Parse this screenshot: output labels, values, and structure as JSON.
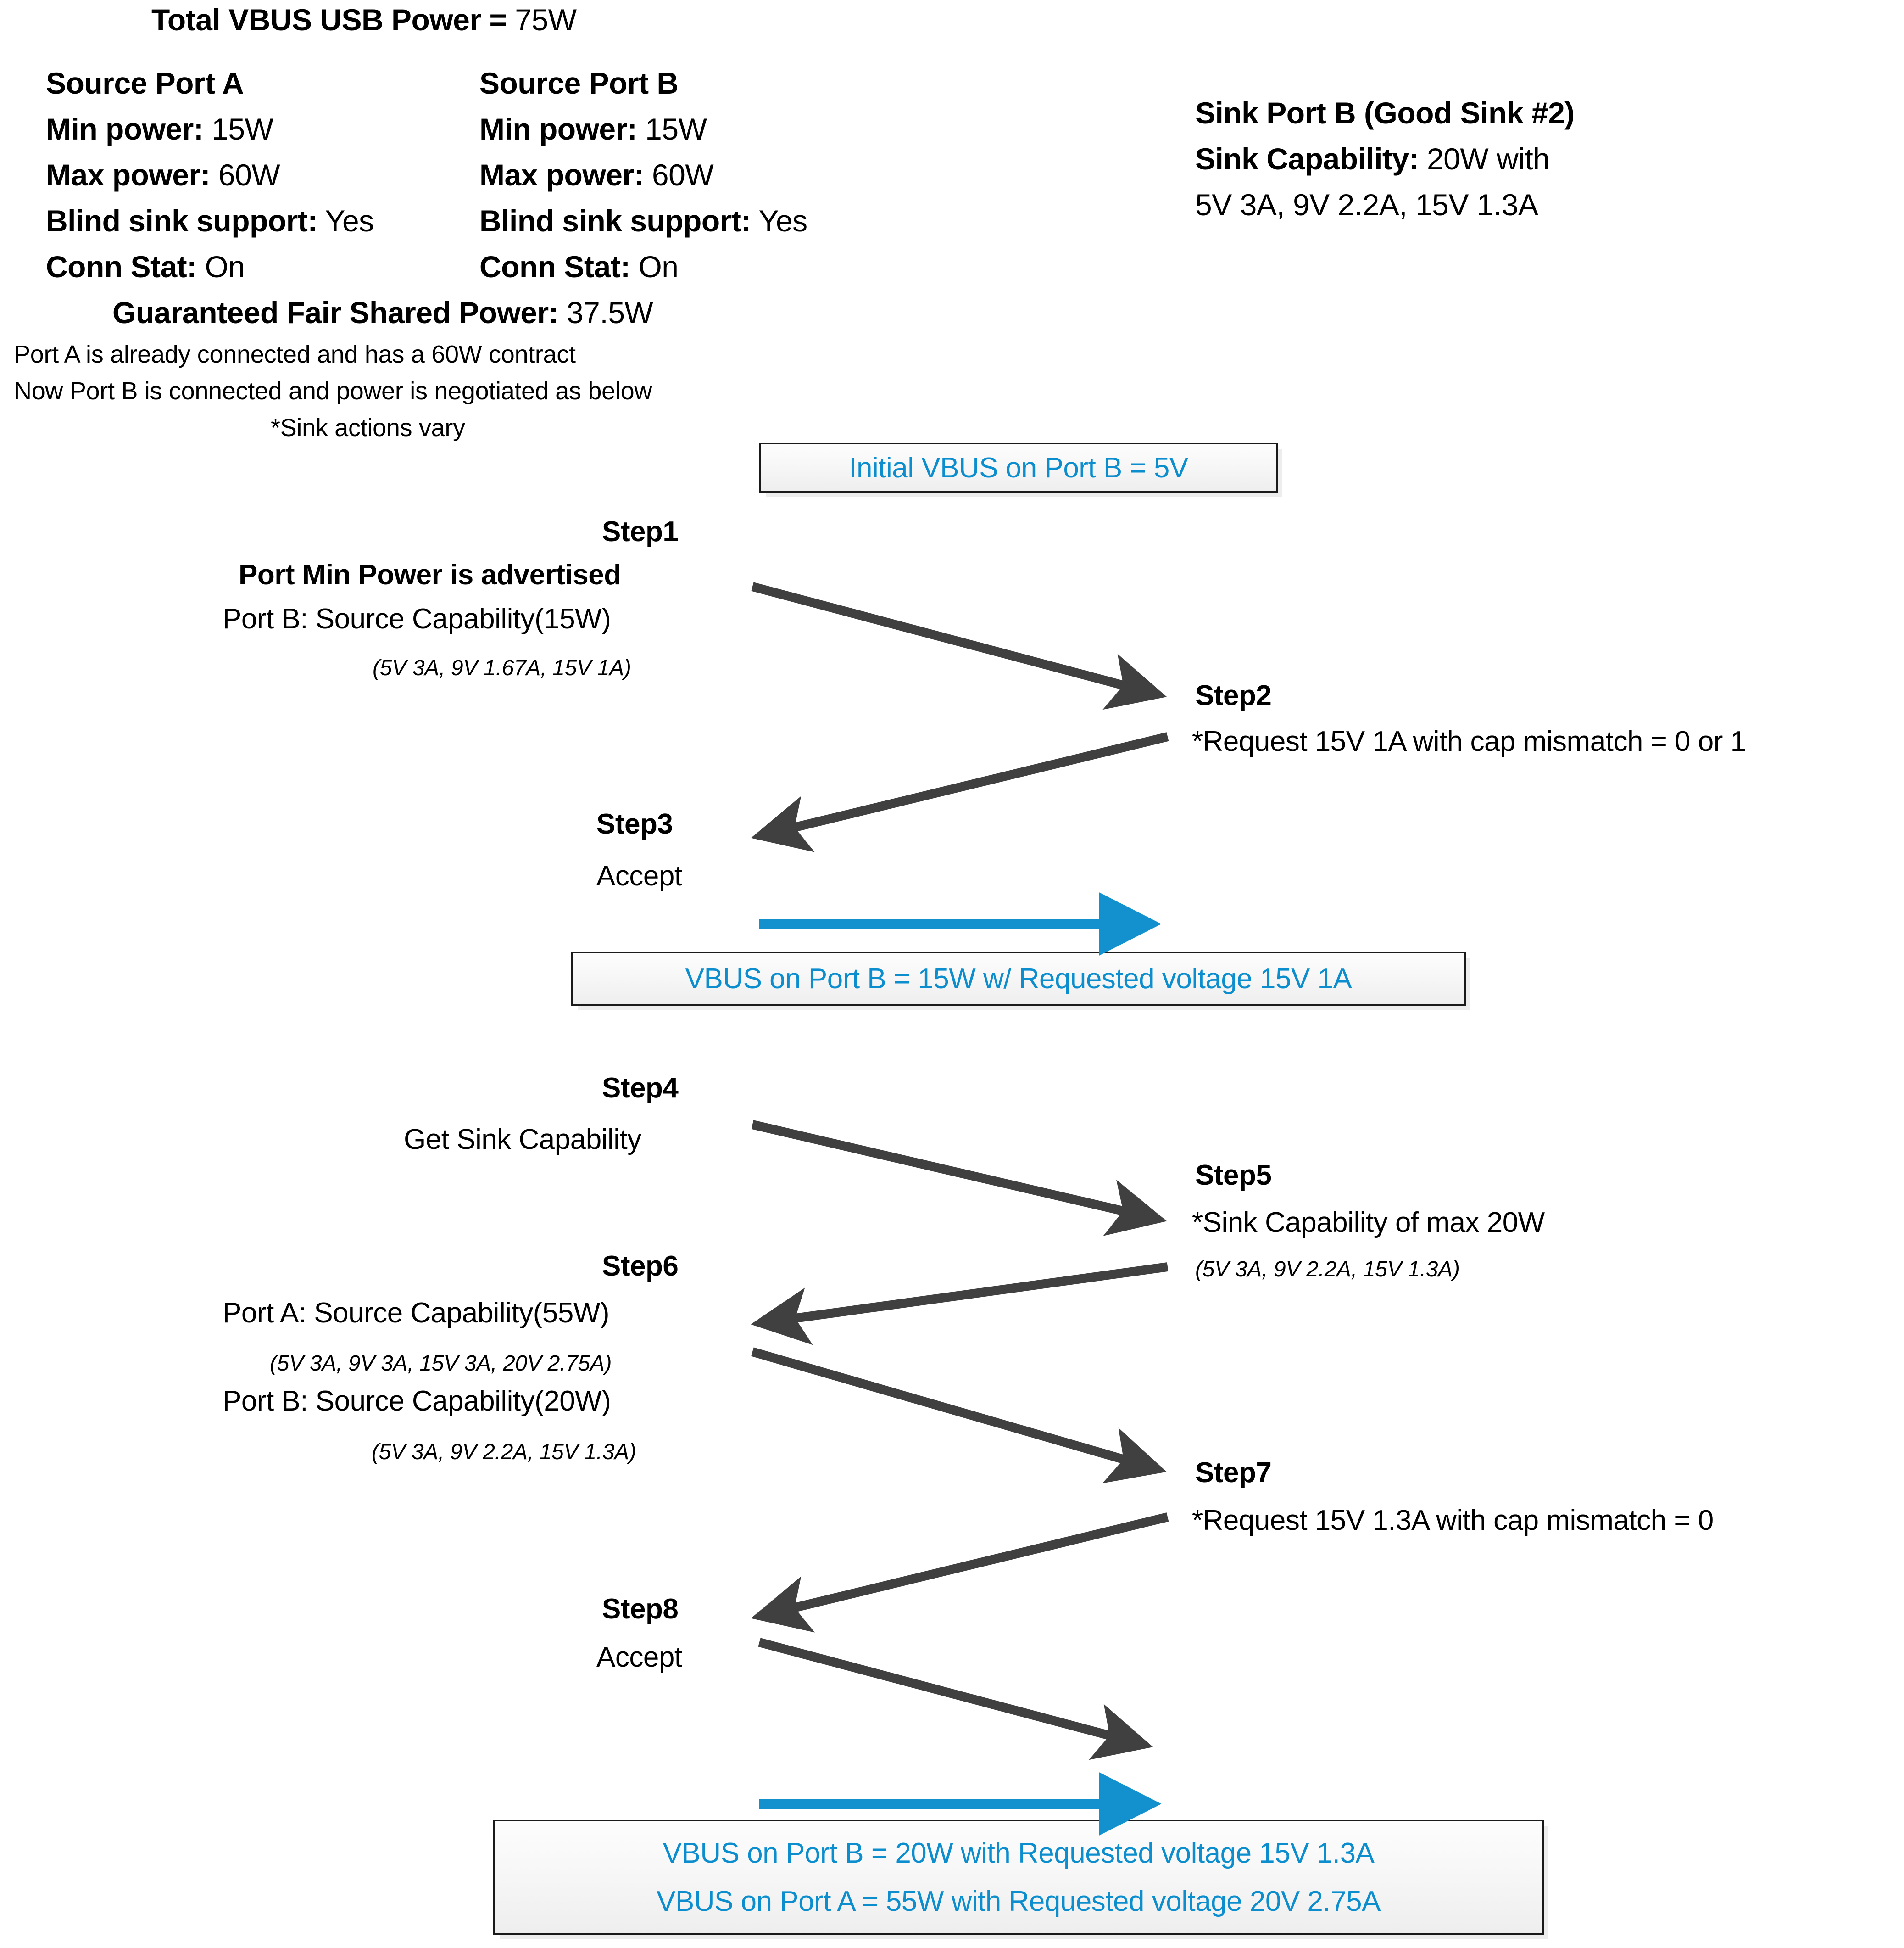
{
  "colors": {
    "accent_blue": "#0c8ece",
    "arrow_gray": "#404040",
    "text_black": "#000000",
    "box_border": "#1a1a1a"
  },
  "header": {
    "total_power_label": "Total VBUS USB Power = ",
    "total_power_label_bold": "Total VBUS USB Power =",
    "total_power_value": "75W",
    "ports": [
      {
        "title": "Source Port A",
        "rows": [
          {
            "label": "Min power:",
            "value": "15W"
          },
          {
            "label": "Max power:",
            "value": "60W"
          },
          {
            "label": "Blind sink support:",
            "value": "Yes"
          },
          {
            "label": "Conn Stat:",
            "value": "On"
          }
        ]
      },
      {
        "title": "Source Port B",
        "rows": [
          {
            "label": "Min power:",
            "value": "15W"
          },
          {
            "label": "Max power:",
            "value": "60W"
          },
          {
            "label": "Blind sink support:",
            "value": "Yes"
          },
          {
            "label": "Conn Stat:",
            "value": "On"
          }
        ]
      }
    ],
    "sink": {
      "title": "Sink Port B (Good Sink #2)",
      "capability_label": "Sink Capability:",
      "capability_value": "20W with",
      "capability_detail": "5V 3A, 9V 2.2A, 15V 1.3A"
    },
    "fair_power_label": "Guaranteed Fair Shared Power:",
    "fair_power_value": "37.5W",
    "notes": [
      "Port A is already connected and has a 60W contract",
      "Now Port B is connected and power is negotiated as below",
      "*Sink actions vary"
    ]
  },
  "callouts": {
    "initial": {
      "line1": "Initial VBUS on Port B = 5V"
    },
    "mid": {
      "line1": "VBUS on Port B = 15W w/ Requested voltage 15V 1A"
    },
    "final": {
      "line1": "VBUS on Port B = 20W with Requested voltage 15V 1.3A",
      "line2": "VBUS on Port A = 55W with Requested voltage 20V 2.75A"
    }
  },
  "steps": {
    "step1": {
      "label": "Step1",
      "title": "Port Min Power is advertised",
      "line": "Port B: Source Capability(15W)",
      "detail": "(5V 3A, 9V 1.67A, 15V 1A)"
    },
    "step2": {
      "label": "Step2",
      "line": "*Request 15V 1A with cap mismatch = 0 or 1"
    },
    "step3": {
      "label": "Step3",
      "line": "Accept"
    },
    "step4": {
      "label": "Step4",
      "line": "Get Sink Capability"
    },
    "step5": {
      "label": "Step5",
      "line": "*Sink Capability of max 20W",
      "detail": "(5V 3A, 9V 2.2A, 15V 1.3A)"
    },
    "step6": {
      "label": "Step6",
      "lineA": "Port A: Source Capability(55W)",
      "detailA": "(5V 3A, 9V 3A, 15V 3A, 20V 2.75A)",
      "lineB": "Port B: Source Capability(20W)",
      "detailB": "(5V 3A, 9V 2.2A, 15V 1.3A)"
    },
    "step7": {
      "label": "Step7",
      "line": "*Request 15V 1.3A with cap mismatch = 0"
    },
    "step8": {
      "label": "Step8",
      "line": "Accept"
    }
  }
}
